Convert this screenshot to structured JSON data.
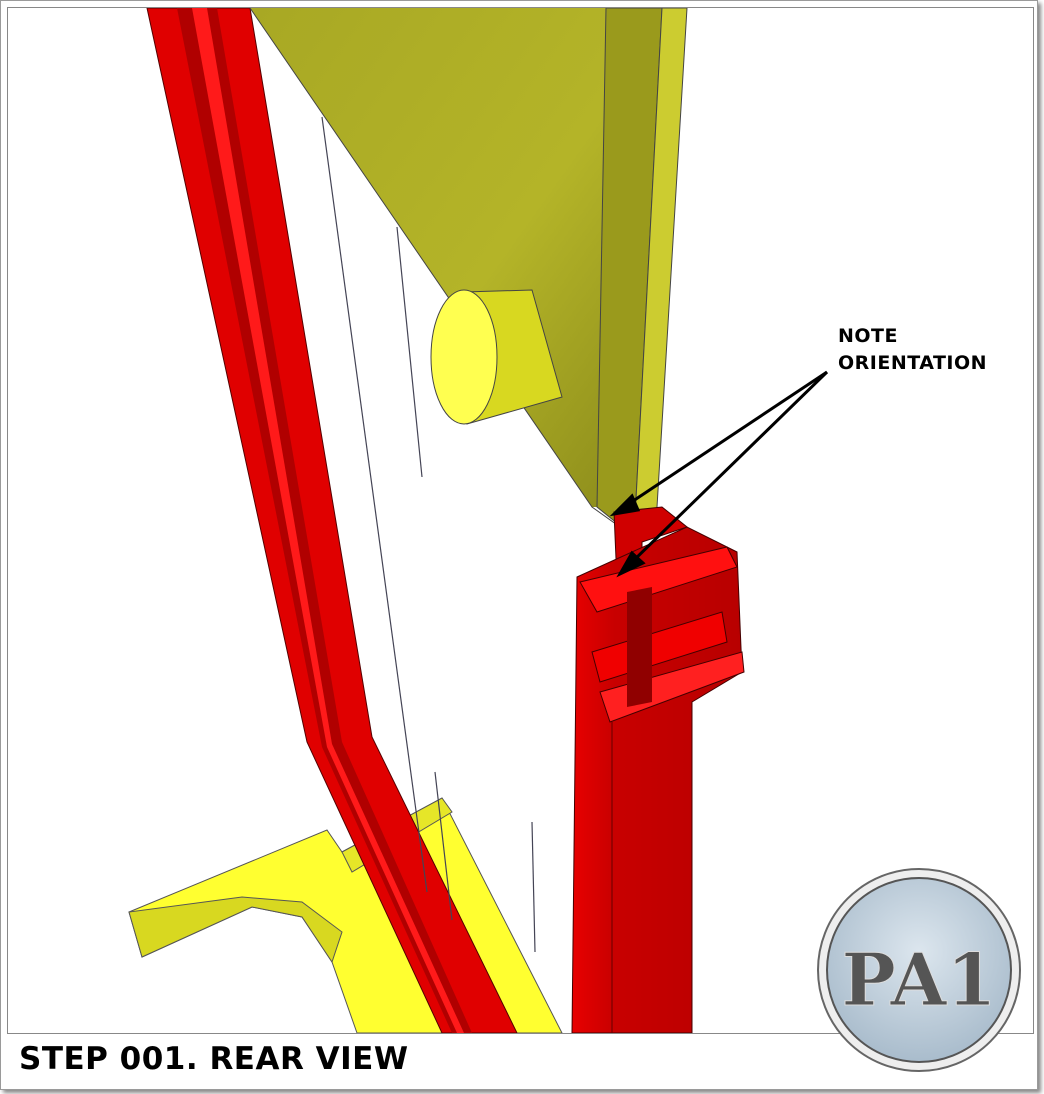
{
  "annotation": {
    "line1": "NOTE",
    "line2": "ORIENTATION"
  },
  "caption": "STEP 001. REAR VIEW",
  "logo": {
    "text": "PA1"
  },
  "colors": {
    "red_part": "#e00000",
    "yellow_part": "#c8c824",
    "pointer_arrow": "#000000"
  }
}
